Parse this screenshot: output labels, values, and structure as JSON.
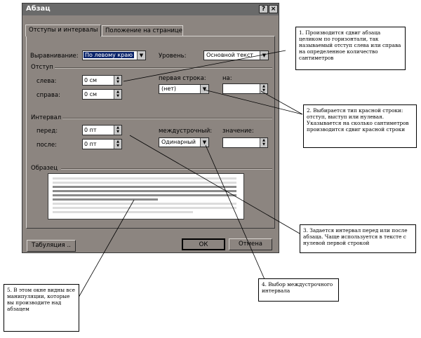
{
  "dialog": {
    "title": "Абзац",
    "help_btn": "?",
    "close_btn": "×",
    "tabs": [
      {
        "label": "Отступы и интервалы"
      },
      {
        "label": "Положение на странице"
      }
    ],
    "alignment": {
      "label": "Выравнивание:",
      "value": "По левому краю"
    },
    "level": {
      "label": "Уровень:",
      "value": "Основной текст"
    },
    "indent": {
      "group": "Отступ",
      "left": {
        "label": "слева:",
        "value": "0 см"
      },
      "right": {
        "label": "справа:",
        "value": "0 см"
      },
      "first_line": {
        "label": "первая строка:",
        "value": "(нет)"
      },
      "by": {
        "label": "на:",
        "value": ""
      }
    },
    "spacing": {
      "group": "Интервал",
      "before": {
        "label": "перед:",
        "value": "0 пт"
      },
      "after": {
        "label": "после:",
        "value": "0 пт"
      },
      "line": {
        "label": "междустрочный:",
        "value": "Одинарный"
      },
      "value": {
        "label": "значение:",
        "value": ""
      }
    },
    "sample": {
      "group": "Образец"
    },
    "buttons": {
      "tabs": "Табуляция ..",
      "ok": "ОК",
      "cancel": "Отмена"
    }
  },
  "notes": {
    "n1": "1. Производится сдвиг абзаца целиком по горизонтали, так называемый отступ слева или справа на определенное количество сантиметров",
    "n2": "2. Выбирается тип красной строки: отступ, выступ или нулевая. Указывается на сколько сантиметров производится сдвиг красной строки",
    "n3": "3. Задается интервал перед или после абзаца. Чаще используется в тексте с нулевой первой строкой",
    "n4": "4. Выбор междустрочного интервала",
    "n5": "5. В этом окне видны все манипуляции, которые вы производите над абзацем"
  },
  "colors": {
    "dialog_bg": "#8c8580",
    "titlebar": "#6a6a6a",
    "selection": "#0a246a"
  }
}
